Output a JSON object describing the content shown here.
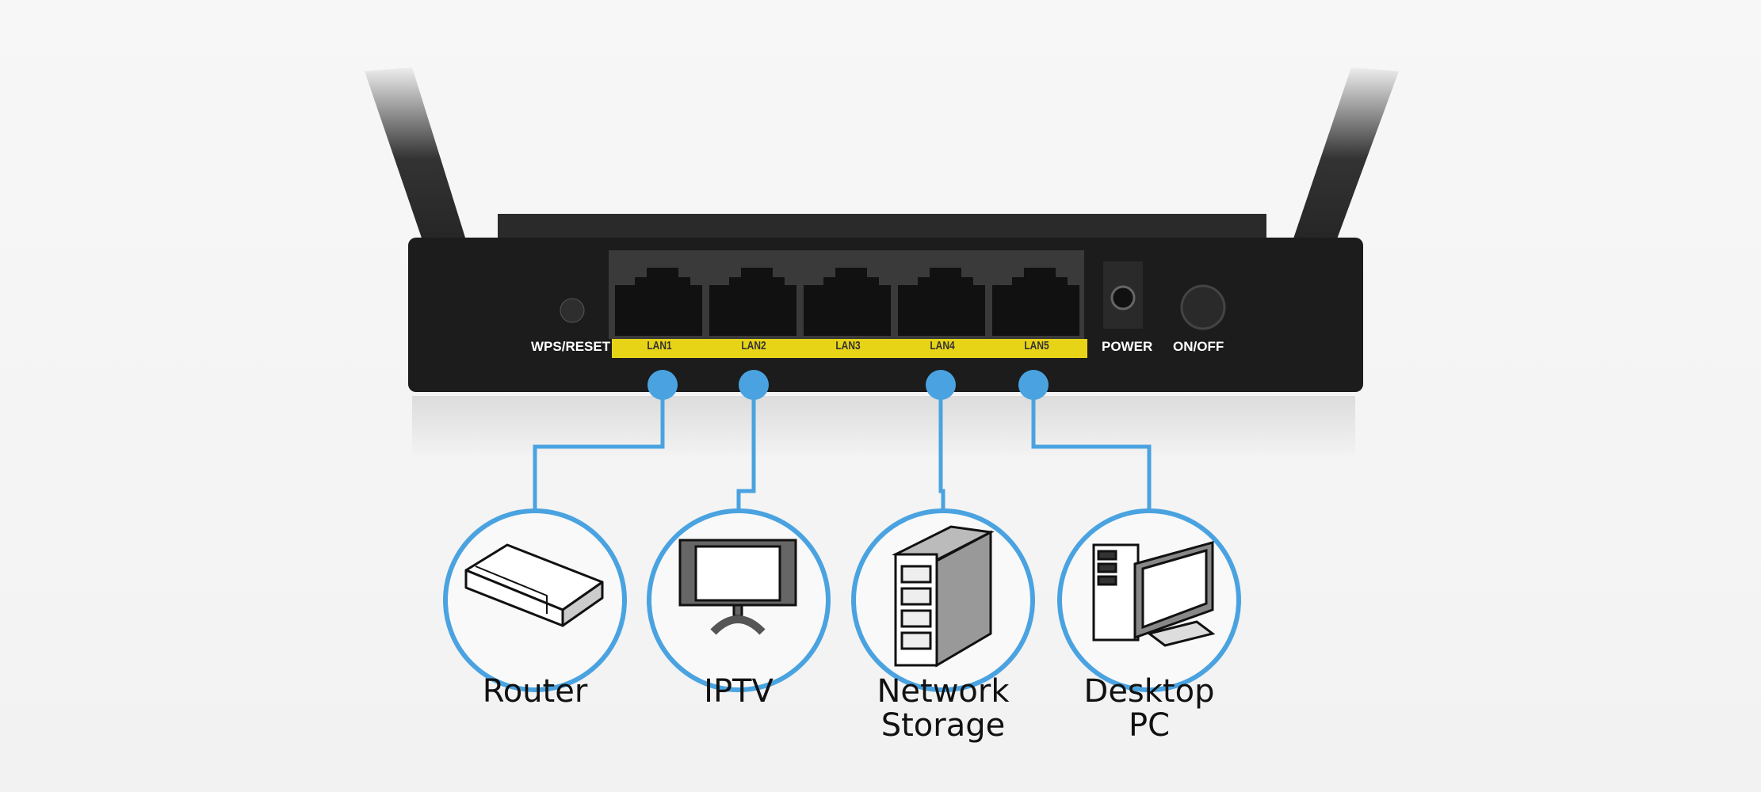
{
  "router_panel": {
    "wps_label": "WPS/RESET",
    "ports": [
      "LAN1",
      "LAN2",
      "LAN3",
      "LAN4",
      "LAN5"
    ],
    "power_label": "POWER",
    "switch_label": "ON/OFF"
  },
  "devices": [
    {
      "line1": "Router",
      "line2": "",
      "icon": "router-icon",
      "port": "LAN1"
    },
    {
      "line1": "IPTV",
      "line2": "",
      "icon": "tv-icon",
      "port": "LAN2"
    },
    {
      "line1": "Network",
      "line2": "Storage",
      "icon": "nas-icon",
      "port": "LAN4"
    },
    {
      "line1": "Desktop",
      "line2": "PC",
      "icon": "desktop-pc-icon",
      "port": "LAN5"
    }
  ],
  "colors": {
    "accent": "#4aa3e0",
    "strip": "#e8d417",
    "body": "#1c1c1c"
  }
}
